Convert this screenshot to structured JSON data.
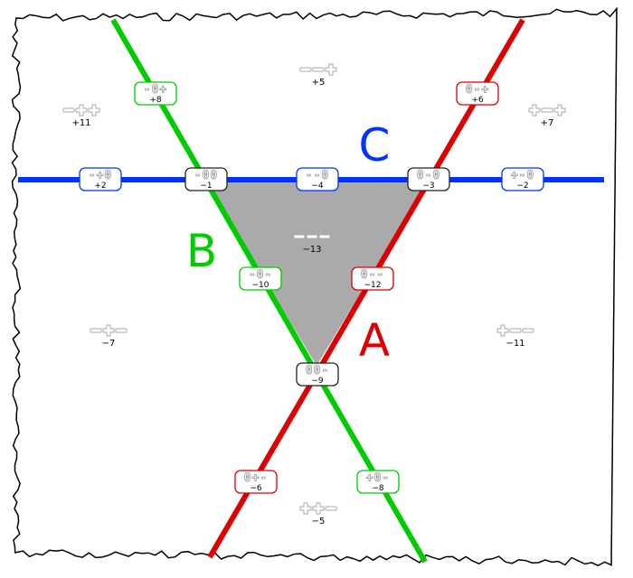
{
  "colors": {
    "A": "#dd0000",
    "B": "#00cc00",
    "C": "#0033ff",
    "intersection": "#222222",
    "triangle_fill": "#aaaaaa",
    "symbol": "#aaaaaa"
  },
  "lines": [
    {
      "id": "A",
      "label": "A"
    },
    {
      "id": "B",
      "label": "B"
    },
    {
      "id": "C",
      "label": "C"
    }
  ],
  "regions": [
    {
      "id": "top-left",
      "signs": "-++",
      "value": "+11"
    },
    {
      "id": "top",
      "signs": "--+",
      "value": "+5"
    },
    {
      "id": "top-right",
      "signs": "+-+",
      "value": "+7"
    },
    {
      "id": "center",
      "signs": "---",
      "value": "−13"
    },
    {
      "id": "left",
      "signs": "-+-",
      "value": "−7"
    },
    {
      "id": "right",
      "signs": "+--",
      "value": "−11"
    },
    {
      "id": "bottom",
      "signs": "++-",
      "value": "−5"
    }
  ],
  "badges": [
    {
      "id": "b-top",
      "line": "B",
      "signs": "-0+",
      "value": "+8"
    },
    {
      "id": "a-top",
      "line": "A",
      "signs": "0-+",
      "value": "+6"
    },
    {
      "id": "c-left",
      "line": "C",
      "signs": "-+0",
      "value": "+2"
    },
    {
      "id": "bc",
      "line": "BC",
      "signs": "-00",
      "value": "−1"
    },
    {
      "id": "c-mid",
      "line": "C",
      "signs": "--0",
      "value": "−4"
    },
    {
      "id": "ac",
      "line": "AC",
      "signs": "0-0",
      "value": "−3"
    },
    {
      "id": "c-right",
      "line": "C",
      "signs": "+-0",
      "value": "−2"
    },
    {
      "id": "b-mid",
      "line": "B",
      "signs": "-0-",
      "value": "−10"
    },
    {
      "id": "a-mid",
      "line": "A",
      "signs": "0--",
      "value": "−12"
    },
    {
      "id": "ab",
      "line": "AB",
      "signs": "00-",
      "value": "−9"
    },
    {
      "id": "a-bottom",
      "line": "A",
      "signs": "0+-",
      "value": "−6"
    },
    {
      "id": "b-bottom",
      "line": "B",
      "signs": "+0-",
      "value": "−8"
    }
  ]
}
